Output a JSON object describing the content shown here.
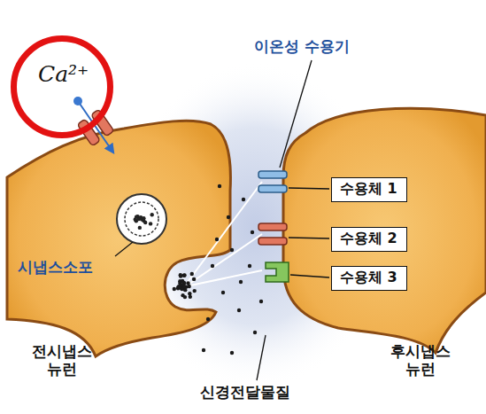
{
  "diagram": {
    "nodes": [
      {
        "text": [
          "Ca²⁺"
        ]
      },
      {
        "text": [
          "수용체 1"
        ]
      },
      {
        "text": [
          "수용체 2"
        ]
      },
      {
        "text": [
          "수용체 3"
        ]
      }
    ],
    "labels": [
      "이온성 수용기",
      "시냅스소포",
      "전시냅스 뉴런",
      "후시냅스 뉴런",
      "신경전달물질"
    ]
  }
}
